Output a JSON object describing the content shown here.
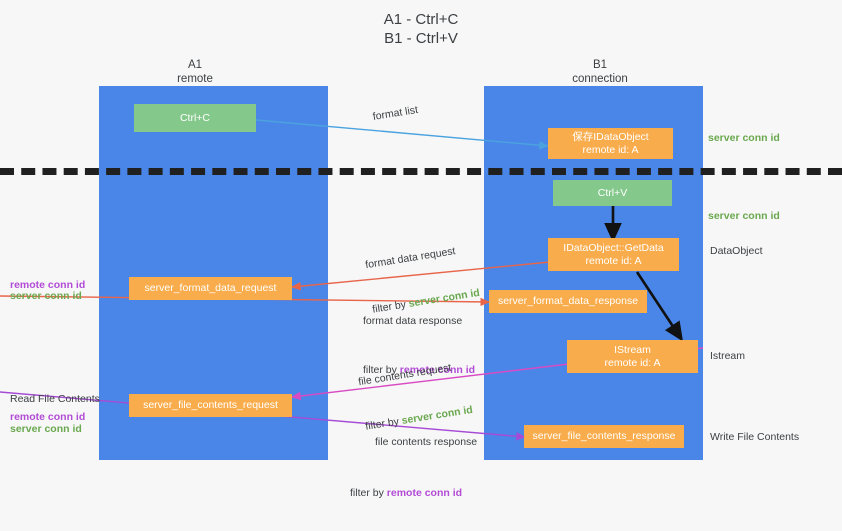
{
  "title": {
    "line1": "A1 - Ctrl+C",
    "line2": "B1 - Ctrl+V"
  },
  "columns": {
    "left": {
      "name": "A1",
      "role": "remote"
    },
    "right": {
      "name": "B1",
      "role": "connection"
    }
  },
  "nodes": {
    "ctrl_c": {
      "line1": "Ctrl+C",
      "color": "#84c98b"
    },
    "save_idataobject": {
      "line1": "保存IDataObject",
      "line2": "remote id: A",
      "color": "#f9ac4b"
    },
    "ctrl_v": {
      "line1": "Ctrl+V",
      "color": "#84c98b"
    },
    "idataobject_getdata": {
      "line1": "IDataObject::GetData",
      "line2": "remote id: A",
      "color": "#f9ac4b"
    },
    "server_format_data_request": {
      "line1": "server_format_data_request",
      "color": "#f9ac4b"
    },
    "server_format_data_response": {
      "line1": "server_format_data_response",
      "color": "#f9ac4b"
    },
    "istream": {
      "line1": "IStream",
      "line2": "remote id: A",
      "color": "#f9ac4b"
    },
    "server_file_contents_request": {
      "line1": "server_file_contents_request",
      "color": "#f9ac4b"
    },
    "server_file_contents_response": {
      "line1": "server_file_contents_response",
      "color": "#f9ac4b"
    }
  },
  "edge_labels": {
    "format_list": {
      "text": "format list"
    },
    "format_data_request": {
      "line1": "format data request",
      "filter_prefix": "filter by ",
      "filter_value": "server conn id"
    },
    "format_data_response": {
      "line1": "format data response",
      "filter_prefix": "filter by ",
      "filter_value": "remote conn id"
    },
    "file_contents_request": {
      "line1": "file contents request",
      "filter_prefix": "filter by ",
      "filter_value": "server conn id"
    },
    "file_contents_response": {
      "line1": "file contents response",
      "filter_prefix": "filter by ",
      "filter_value": "remote conn id"
    }
  },
  "annotations": {
    "server_conn_id_top": "server conn id",
    "server_conn_id_second": "server conn id",
    "dataobject": "DataObject",
    "istream": "Istream",
    "write_file_contents": "Write File Contents",
    "read_file_contents": "Read File Contents",
    "left_mid_remote": "remote conn id",
    "left_mid_server": "server conn id",
    "left_low_remote": "remote conn id",
    "left_low_server": "server conn id"
  },
  "colors": {
    "lane": "#4a86e8",
    "orange": "#f9ac4b",
    "green_box": "#84c98b",
    "green_text": "#6aa84f",
    "purple_text": "#b24bd6",
    "arrow_blue": "#4aa3df",
    "arrow_red": "#e8654a",
    "arrow_magenta": "#d94bc4",
    "arrow_purple": "#a64bd6",
    "arrow_black": "#111111",
    "divider": "#202020",
    "background": "#f7f7f7"
  }
}
